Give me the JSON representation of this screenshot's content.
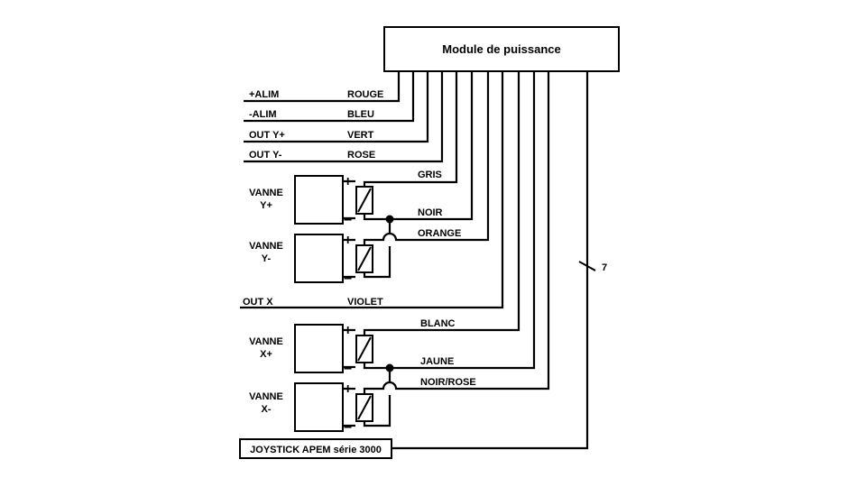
{
  "module": {
    "title": "Module de puissance"
  },
  "joystick": {
    "label": "JOYSTICK APEM série 3000"
  },
  "bus": {
    "count": "7"
  },
  "signals": {
    "alim_pos": "+ALIM",
    "alim_neg": "-ALIM",
    "out_y_pos": "OUT Y+",
    "out_y_neg": "OUT Y-",
    "out_x": "OUT X"
  },
  "colors": {
    "rouge": "ROUGE",
    "bleu": "BLEU",
    "vert": "VERT",
    "rose": "ROSE",
    "gris": "GRIS",
    "noir": "NOIR",
    "orange": "ORANGE",
    "violet": "VIOLET",
    "blanc": "BLANC",
    "jaune": "JAUNE",
    "noir_rose": "NOIR/ROSE"
  },
  "valves": {
    "y_plus": {
      "l1": "VANNE",
      "l2": "Y+"
    },
    "y_minus": {
      "l1": "VANNE",
      "l2": "Y-"
    },
    "x_plus": {
      "l1": "VANNE",
      "l2": "X+"
    },
    "x_minus": {
      "l1": "VANNE",
      "l2": "X-"
    }
  },
  "polarity": {
    "plus": "+",
    "minus": "−"
  }
}
